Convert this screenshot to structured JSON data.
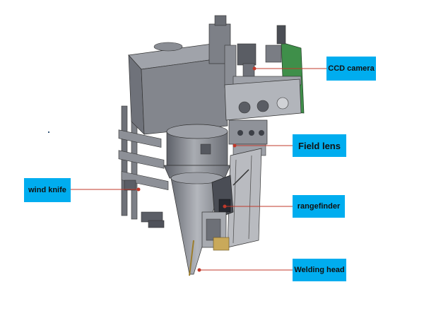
{
  "labels": {
    "ccd_camera": "CCD camera",
    "field_lens": "Field lens",
    "wind_knife": "wind knife",
    "rangefinder": "rangefinder",
    "welding_head": "Welding head"
  },
  "colors": {
    "label_fill": "#00adef",
    "leader_line": "#c0392b",
    "machine_gray": "#8e9096",
    "machine_dark": "#4a4d55",
    "panel_green": "#3f8f4a"
  }
}
